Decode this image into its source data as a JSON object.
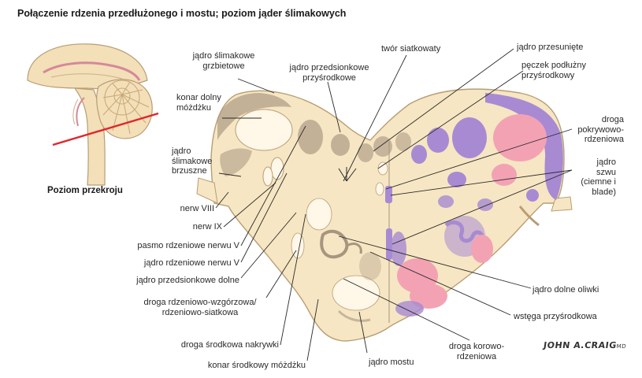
{
  "title": "Połączenie rdzenia przedłużonego i mostu; poziom jąder ślimakowych",
  "inset_caption": "Poziom przekroju",
  "signature": {
    "main": "JOHN A.CRAIG",
    "suffix": "MD"
  },
  "labels": {
    "dorsal_cochlear": "jądro ślimakowe grzbietowe",
    "inf_cerebellar_peduncle": "konar dolny móżdżku",
    "ventral_cochlear": "jądro ślimakowe brzuszne",
    "nerve_viii": "nerw VIII",
    "nerve_ix": "nerw IX",
    "spinal_tract_v": "pasmo rdzeniowe nerwu V",
    "spinal_nucleus_v": "jądro rdzeniowe nerwu V",
    "inf_vestibular": "jądro przedsionkowe dolne",
    "spinothalamic": "droga rdzeniowo-wzgórzowa/ rdzeniowo-siatkowa",
    "central_tegmental": "droga środkowa nakrywki",
    "middle_cerebellar_peduncle": "konar środkowy móżdżku",
    "medial_vestibular": "jądro przedsionkowe przyśrodkowe",
    "reticular": "twór siatkowaty",
    "prepositus": "jądro przesunięte",
    "mlf": "pęczek podłużny przyśrodkowy",
    "tectospinal": "droga pokrywowo-rdzeniowa",
    "raphe": "jądro szwu (ciemne i blade)",
    "inferior_olive": "jądro dolne oliwki",
    "medial_lemniscus": "wstęga przyśrodkowa",
    "corticospinal": "droga korowo-rdzeniowa",
    "pontine_nuclei": "jądro mostu"
  },
  "colors": {
    "tissue": "#f6e6c3",
    "outline": "#b89d74",
    "grey_matter": "#a89580",
    "pink": "#f3a2b4",
    "purple": "#a88ad3",
    "pale": "#fff7e8",
    "leader": "#2a2a2a",
    "cut_line": "#e0262a"
  }
}
